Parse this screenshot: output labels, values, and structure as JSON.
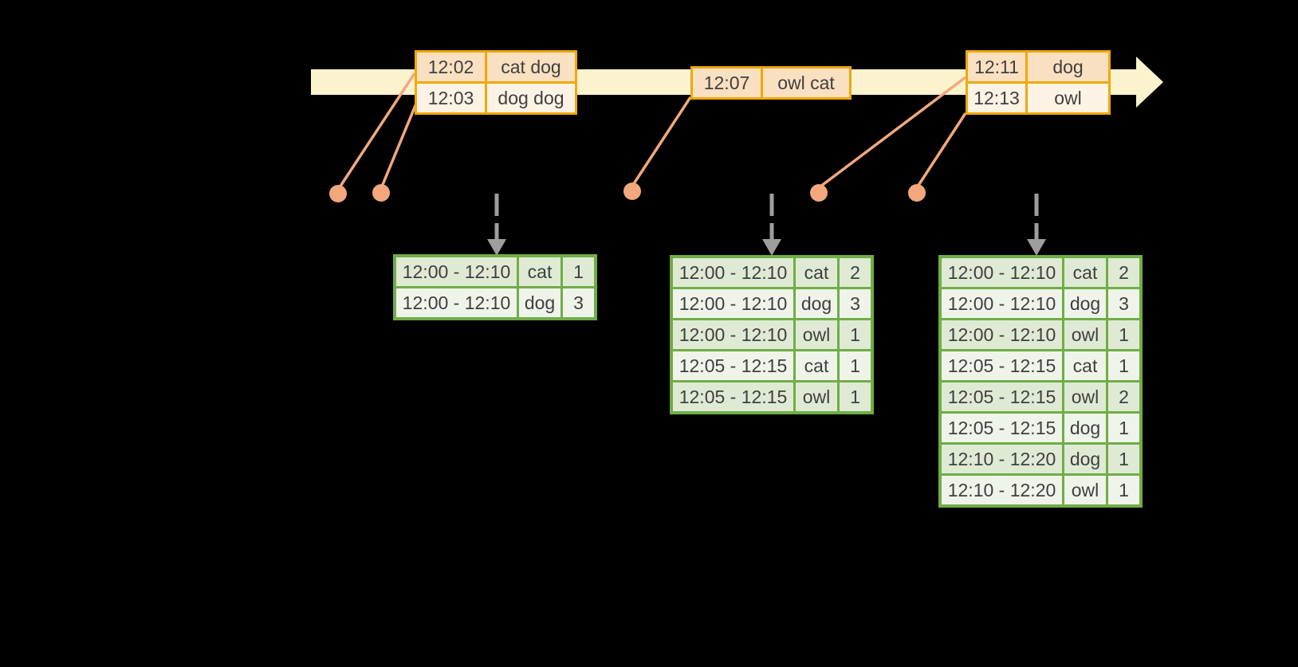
{
  "colors": {
    "background": "#000000",
    "timeline_bar": "#fbf2ce",
    "event_border": "#f0a80a",
    "event_row_dark": "#f9e0c1",
    "event_row_light": "#fdf3e4",
    "connector": "#f2a87c",
    "result_border": "#70ad47",
    "result_row_dark": "#dfead4",
    "result_row_light": "#eff4ea",
    "trigger_arrow": "#9e9e9e",
    "text": "#3f3f3f"
  },
  "timeline": {
    "event_tables": [
      {
        "rows": [
          [
            "12:02",
            "cat dog"
          ],
          [
            "12:03",
            "dog dog"
          ]
        ]
      },
      {
        "rows": [
          [
            "12:07",
            "owl cat"
          ]
        ]
      },
      {
        "rows": [
          [
            "12:11",
            "dog"
          ],
          [
            "12:13",
            "owl"
          ]
        ]
      }
    ]
  },
  "result_tables": [
    {
      "rows": [
        [
          "12:00 - 12:10",
          "cat",
          "1"
        ],
        [
          "12:00 - 12:10",
          "dog",
          "3"
        ]
      ]
    },
    {
      "rows": [
        [
          "12:00 - 12:10",
          "cat",
          "2"
        ],
        [
          "12:00 - 12:10",
          "dog",
          "3"
        ],
        [
          "12:00 - 12:10",
          "owl",
          "1"
        ],
        [
          "12:05 - 12:15",
          "cat",
          "1"
        ],
        [
          "12:05 - 12:15",
          "owl",
          "1"
        ]
      ]
    },
    {
      "rows": [
        [
          "12:00 - 12:10",
          "cat",
          "2"
        ],
        [
          "12:00 - 12:10",
          "dog",
          "3"
        ],
        [
          "12:00 - 12:10",
          "owl",
          "1"
        ],
        [
          "12:05 - 12:15",
          "cat",
          "1"
        ],
        [
          "12:05 - 12:15",
          "owl",
          "2"
        ],
        [
          "12:05 - 12:15",
          "dog",
          "1"
        ],
        [
          "12:10 - 12:20",
          "dog",
          "1"
        ],
        [
          "12:10 - 12:20",
          "owl",
          "1"
        ]
      ]
    }
  ]
}
